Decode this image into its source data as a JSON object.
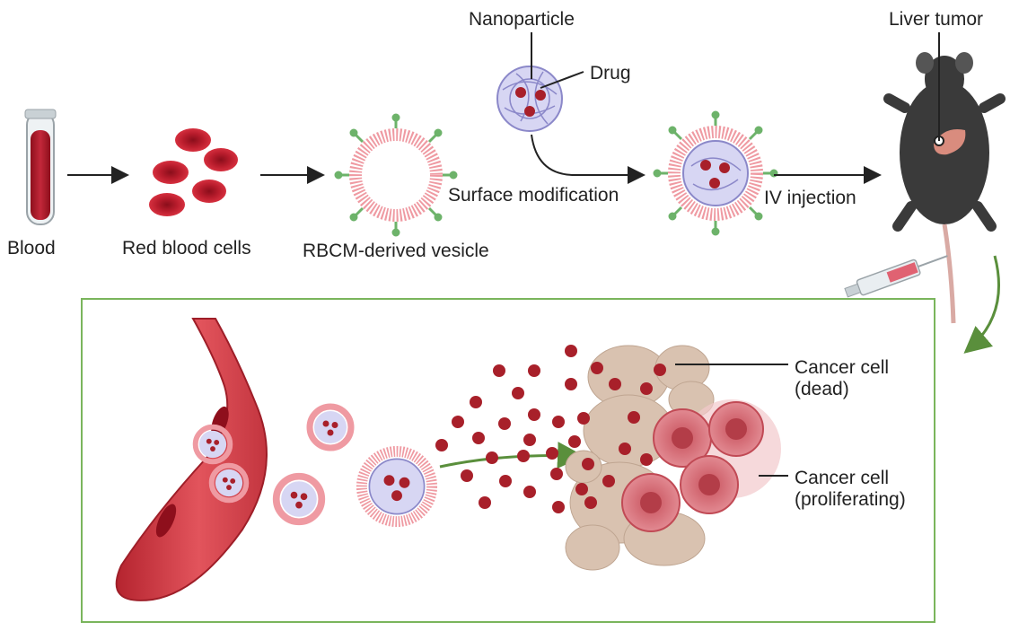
{
  "labels": {
    "blood": "Blood",
    "red_blood_cells": "Red blood cells",
    "vesicle": "RBCM-derived vesicle",
    "nanoparticle": "Nanoparticle",
    "drug": "Drug",
    "surface_modification": "Surface modification",
    "iv_injection": "IV injection",
    "liver_tumor": "Liver tumor",
    "cancer_dead": "Cancer cell\n(dead)",
    "cancer_proliferating": "Cancer cell\n(proliferating)"
  },
  "colors": {
    "blood_red": "#b3192a",
    "drug_red": "#a8202a",
    "membrane_pink": "#e8858f",
    "ligand_green": "#6db36a",
    "core_lavender": "#b9b6ea",
    "box_border": "#7ab55c",
    "dead_tissue": "#d9c2b0",
    "live_cancer": "#d9707a",
    "mouse_body": "#3a3a3a"
  }
}
